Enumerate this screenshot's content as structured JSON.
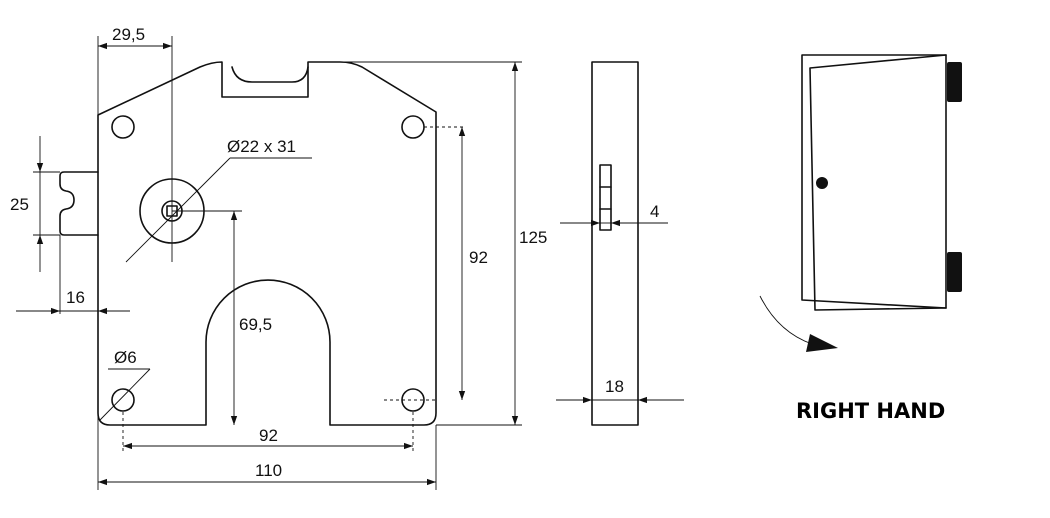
{
  "dimensions": {
    "backset": "29,5",
    "key_hole": "Ø22 x 31",
    "bolt_height": "25",
    "bolt_offset": "16",
    "keyhole_to_bottom": "69,5",
    "mount_hole": "Ø6",
    "hole_spacing_h": "92",
    "total_width": "110",
    "hole_spacing_v": "92",
    "total_height": "125",
    "bolt_thickness": "4",
    "body_depth": "18"
  },
  "handing": "RIGHT HAND"
}
